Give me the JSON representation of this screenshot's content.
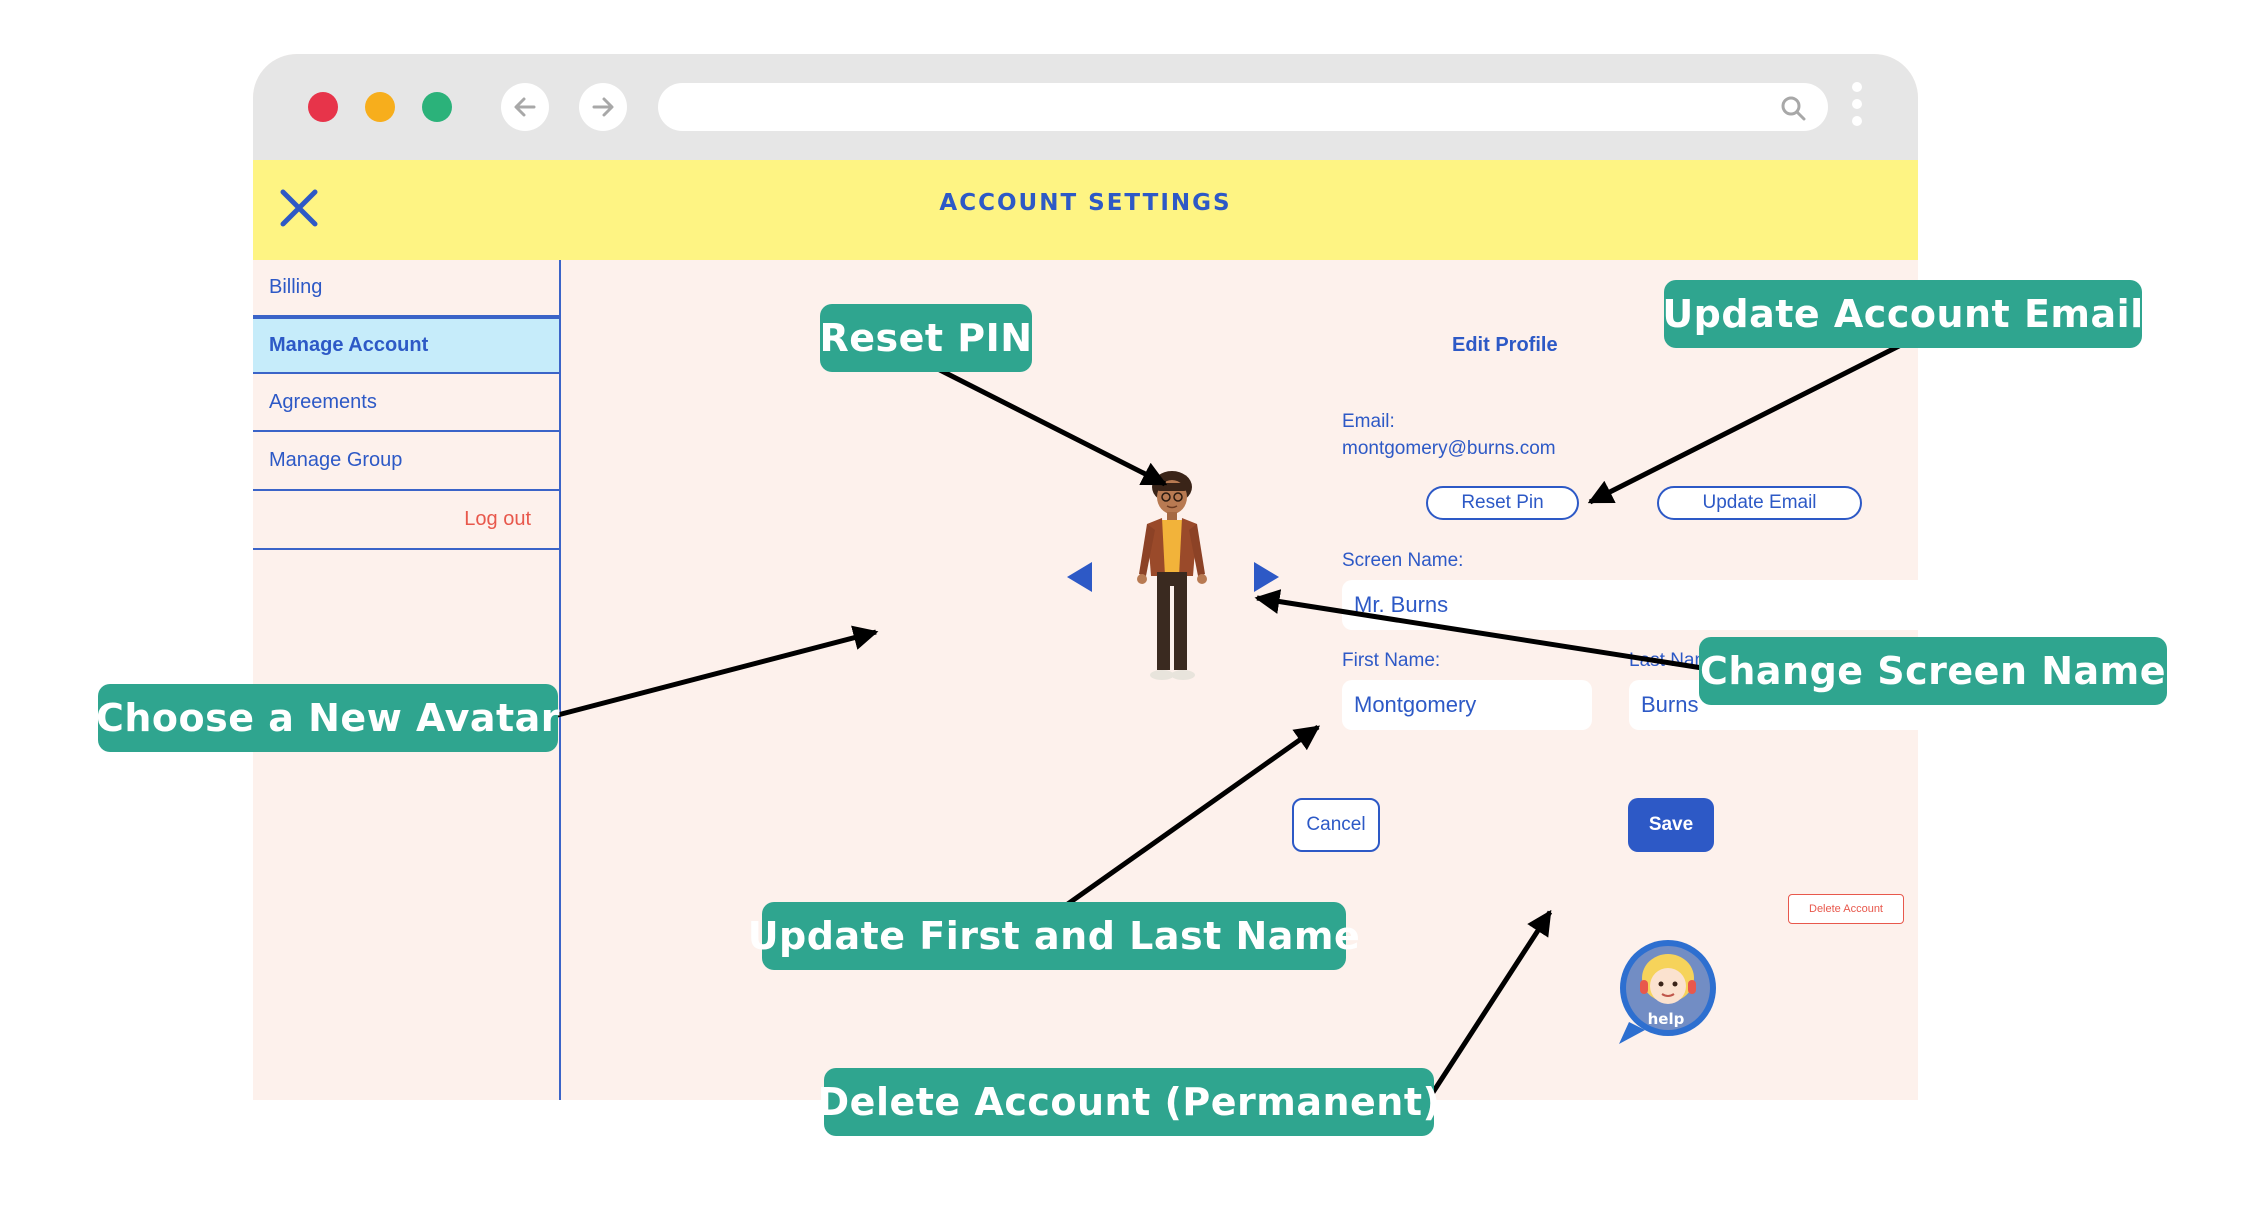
{
  "header": {
    "title": "ACCOUNT SETTINGS"
  },
  "sidebar": {
    "items": [
      {
        "label": "Billing"
      },
      {
        "label": "Manage Account"
      },
      {
        "label": "Agreements"
      },
      {
        "label": "Manage Group"
      },
      {
        "label": "Log out"
      }
    ]
  },
  "profile": {
    "heading": "Edit Profile",
    "email_label": "Email:",
    "email_value": "montgomery@burns.com",
    "reset_pin_label": "Reset Pin",
    "update_email_label": "Update Email",
    "screen_name_label": "Screen Name:",
    "screen_name_value": "Mr. Burns",
    "first_name_label": "First Name:",
    "first_name_value": "Montgomery",
    "last_name_label": "Last Name:",
    "last_name_value": "Burns",
    "cancel_label": "Cancel",
    "save_label": "Save",
    "delete_label": "Delete Account",
    "help_label": "help"
  },
  "callouts": {
    "reset_pin": "Reset PIN",
    "update_email": "Update Account Email",
    "change_screen_name": "Change Screen Name",
    "choose_avatar": "Choose a New Avatar",
    "update_names": "Update First and Last Name",
    "delete_account": "Delete Account (Permanent)"
  },
  "colors": {
    "accent_blue": "#2d59c6",
    "header_yellow": "#fef483",
    "callout_teal": "#2fa58f",
    "danger": "#e8584c",
    "page_bg": "#fdf1ec"
  },
  "icons": [
    "close-icon",
    "back-arrow-icon",
    "forward-arrow-icon",
    "search-icon",
    "kebab-menu-icon",
    "prev-avatar-icon",
    "next-avatar-icon",
    "help-icon"
  ]
}
